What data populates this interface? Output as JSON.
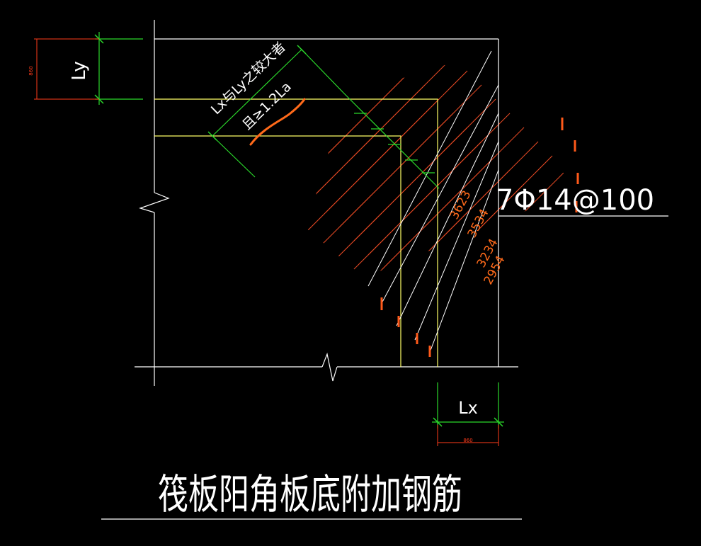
{
  "colors": {
    "background": "#000000",
    "outline": "#ffffff",
    "rebar": "#ffff66",
    "dimension": "#2bd92b",
    "hatch": "#e84a24",
    "tick": "#ff5a1a",
    "small_text": "#ff3b1a"
  },
  "labels": {
    "ly": "Ly",
    "lx": "Lx",
    "small_dim_ly": "860",
    "small_dim_lx": "860",
    "diag_note_line1": "Lx与Ly之较大者",
    "diag_note_line2": "且≥1.2La",
    "rebar_spec": "7Φ14@100",
    "len_1": "3623",
    "len_2": "3534",
    "len_3": "3234",
    "len_4": "2954",
    "title": "筏板阳角板底附加钢筋"
  }
}
